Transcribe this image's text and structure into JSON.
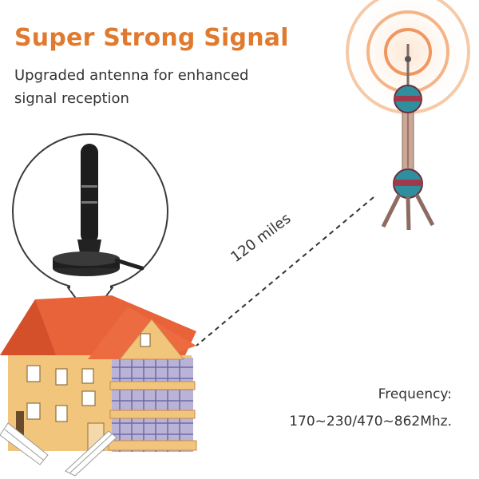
{
  "header": {
    "title": "Super Strong Signal",
    "subtitle": "Upgraded antenna for enhanced signal reception"
  },
  "diagram": {
    "distance_label": "120 miles",
    "frequency_label": "Frequency:",
    "frequency_value": "170~230/470~862Mhz."
  },
  "icons": [
    "signal-waves-icon",
    "tv-tower-icon",
    "antenna-icon",
    "house-icon"
  ],
  "colors": {
    "accent": "#e07a2e",
    "text": "#333333",
    "roof": "#e8623a",
    "walls": "#f2c57d",
    "signal": "#f6c9a7"
  }
}
